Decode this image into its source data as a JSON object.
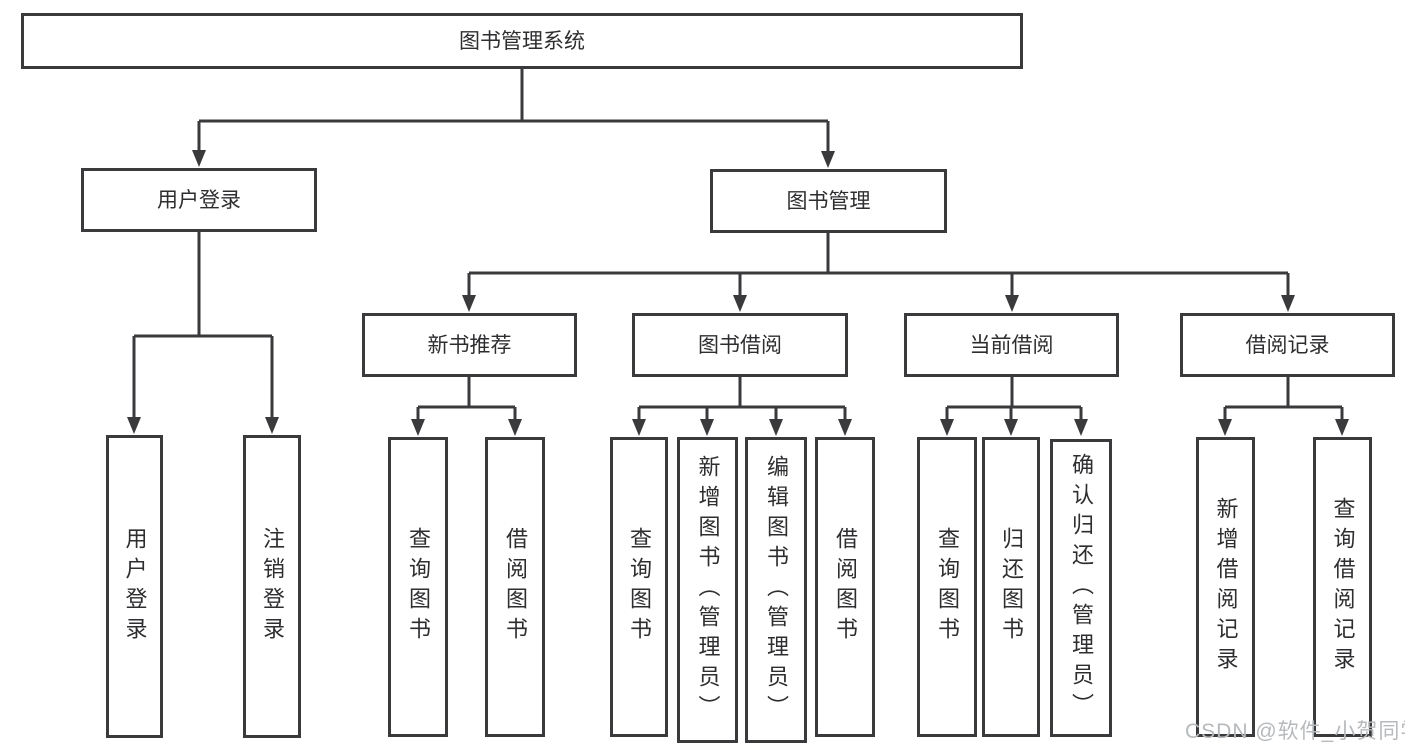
{
  "diagram_type": "hierarchy-tree",
  "colors": {
    "line": "#3a3a3c",
    "text": "#2e2e30",
    "watermark": "#b6babd",
    "background": "#ffffff"
  },
  "watermark": "CSDN @软件_小贺同学",
  "tree": {
    "label": "图书管理系统",
    "children": [
      {
        "label": "用户登录",
        "children": [
          {
            "label": "用户登录"
          },
          {
            "label": "注销登录"
          }
        ]
      },
      {
        "label": "图书管理",
        "children": [
          {
            "label": "新书推荐",
            "children": [
              {
                "label": "查询图书"
              },
              {
                "label": "借阅图书"
              }
            ]
          },
          {
            "label": "图书借阅",
            "children": [
              {
                "label": "查询图书"
              },
              {
                "label": "新增图书（管理员）"
              },
              {
                "label": "编辑图书（管理员）"
              },
              {
                "label": "借阅图书"
              }
            ]
          },
          {
            "label": "当前借阅",
            "children": [
              {
                "label": "查询图书"
              },
              {
                "label": "归还图书"
              },
              {
                "label": "确认归还（管理员）"
              }
            ]
          },
          {
            "label": "借阅记录",
            "children": [
              {
                "label": "新增借阅记录"
              },
              {
                "label": "查询借阅记录"
              }
            ]
          }
        ]
      }
    ]
  }
}
